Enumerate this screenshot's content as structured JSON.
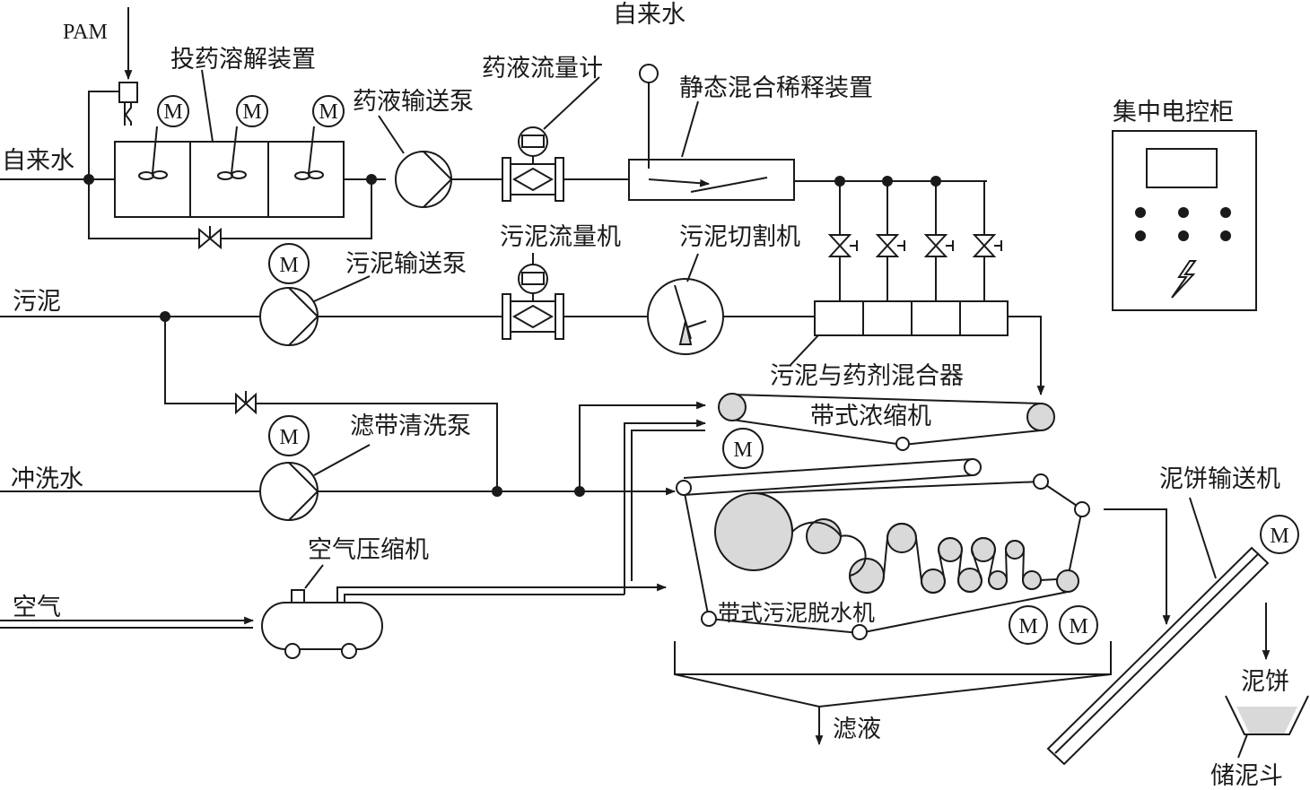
{
  "labels": {
    "pam": "PAM",
    "dosing_dissolving_unit": "投药溶解装置",
    "tap_water_left": "自来水",
    "tap_water_top": "自来水",
    "chemical_pump": "药液输送泵",
    "chemical_flowmeter": "药液流量计",
    "static_mixer": "静态混合稀释装置",
    "central_control_cabinet": "集中电控柜",
    "sludge_pump": "污泥输送泵",
    "sludge_flowmeter": "污泥流量机",
    "sludge_cutter": "污泥切割机",
    "sludge_inlet": "污泥",
    "sludge_chemical_mixer": "污泥与药剂混合器",
    "belt_thickener": "带式浓缩机",
    "belt_wash_pump": "滤带清洗泵",
    "wash_water": "冲洗水",
    "cake_conveyor": "泥饼输送机",
    "air_compressor": "空气压缩机",
    "air": "空气",
    "belt_dewatering_machine": "带式污泥脱水机",
    "sludge_cake": "泥饼",
    "filtrate": "滤液",
    "sludge_hopper": "储泥斗"
  },
  "motor_symbol": "M",
  "icons": [
    "motor-icon",
    "pump-icon",
    "flowmeter-icon",
    "valve-icon",
    "agitator-icon",
    "cutter-icon",
    "lightning-icon",
    "arrow-icon"
  ]
}
